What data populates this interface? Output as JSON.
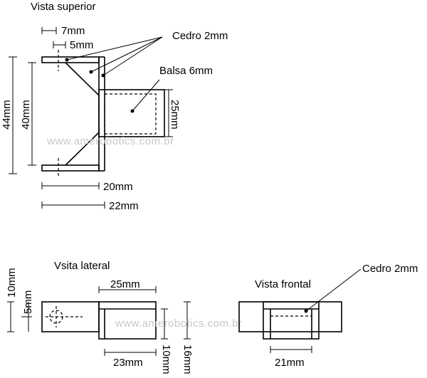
{
  "titles": {
    "top": "Vista superior",
    "side": "Vsita lateral",
    "front": "Vista frontal"
  },
  "top_view": {
    "dim_7": "7mm",
    "dim_5": "5mm",
    "cedro": "Cedro 2mm",
    "balsa": "Balsa 6mm",
    "dim_44": "44mm",
    "dim_40": "40mm",
    "dim_25": "25mm",
    "dim_20": "20mm",
    "dim_22": "22mm"
  },
  "side_view": {
    "dim_10": "10mm",
    "dim_5": "5mm",
    "dim_25": "25mm",
    "dim_23": "23mm",
    "dim_10b": "10mm",
    "dim_16": "16mm"
  },
  "front_view": {
    "cedro": "Cedro 2mm",
    "dim_21": "21mm"
  },
  "watermark": "www.amerobotics.com.br"
}
